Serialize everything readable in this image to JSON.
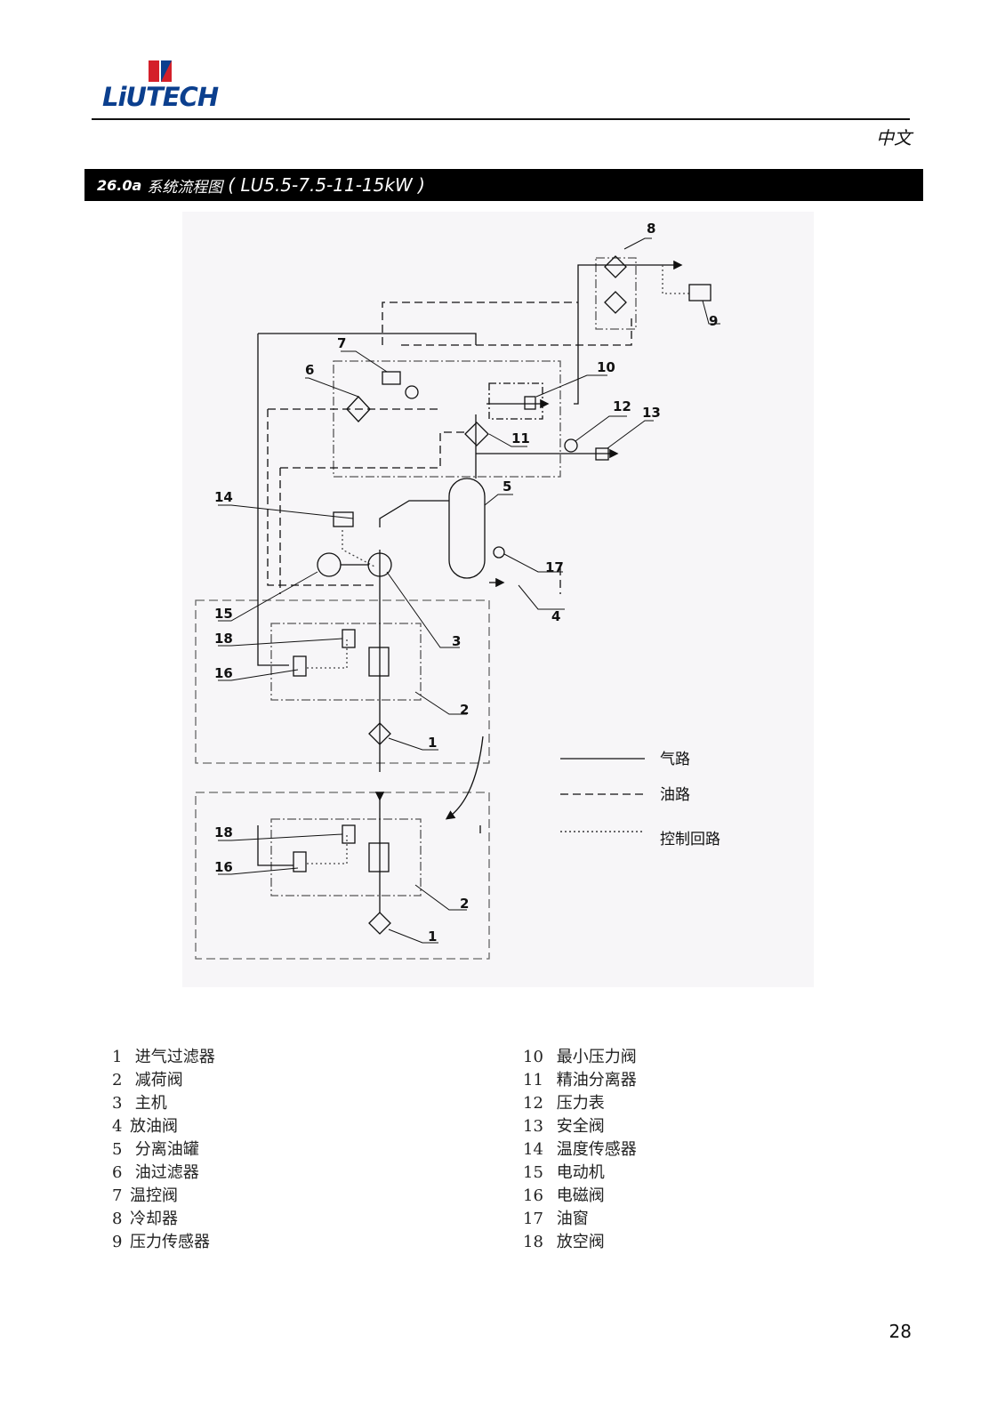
{
  "header": {
    "logo_text": "LiUTECH",
    "language": "中文"
  },
  "title": {
    "number": "26.0a",
    "text": "系统流程图",
    "model": "( LU5.5-7.5-11-15kW )"
  },
  "diagram": {
    "callouts": {
      "c1": "1",
      "c2": "2",
      "c3": "3",
      "c4": "4",
      "c5": "5",
      "c6": "6",
      "c7": "7",
      "c8": "8",
      "c9": "9",
      "c10": "10",
      "c11": "11",
      "c12": "12",
      "c13": "13",
      "c14": "14",
      "c15": "15",
      "c16": "16",
      "c17": "17",
      "c18": "18",
      "b1": "1",
      "b2": "2",
      "b16": "16",
      "b18": "18"
    },
    "legend": {
      "air": "气路",
      "oil": "油路",
      "control": "控制回路"
    }
  },
  "parts_left": [
    {
      "num": "1",
      "name": "进气过滤器"
    },
    {
      "num": "2",
      "name": "减荷阀"
    },
    {
      "num": "3",
      "name": "主机"
    },
    {
      "num": "4",
      "name": "放油阀"
    },
    {
      "num": "5",
      "name": "分离油罐"
    },
    {
      "num": "6",
      "name": "油过滤器"
    },
    {
      "num": "7",
      "name": "温控阀"
    },
    {
      "num": "8",
      "name": "冷却器"
    },
    {
      "num": "9",
      "name": "压力传感器"
    }
  ],
  "parts_right": [
    {
      "num": "10",
      "name": "最小压力阀"
    },
    {
      "num": "11",
      "name": "精油分离器"
    },
    {
      "num": "12",
      "name": "压力表"
    },
    {
      "num": "13",
      "name": "安全阀"
    },
    {
      "num": "14",
      "name": "温度传感器"
    },
    {
      "num": "15",
      "name": "电动机"
    },
    {
      "num": "16",
      "name": "电磁阀"
    },
    {
      "num": "17",
      "name": "油窗"
    },
    {
      "num": "18",
      "name": "放空阀"
    }
  ],
  "page_number": "28",
  "colors": {
    "logo_red": "#d4202a",
    "logo_blue": "#0b3f8e",
    "title_bar": "#000000"
  }
}
